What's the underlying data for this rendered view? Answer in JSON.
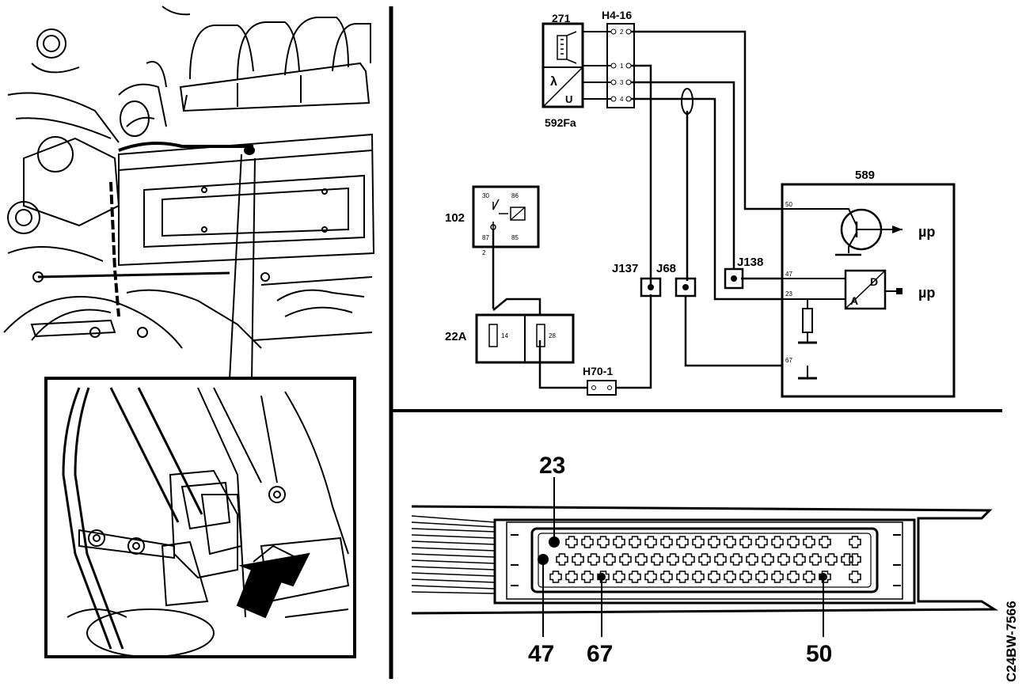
{
  "schematic": {
    "components": {
      "sensor": "271",
      "connector": "H4-16",
      "lambda_sensor": "592Fa",
      "relay": "102",
      "fuse_box": "22A",
      "ecu": "589",
      "connector_h70": "H70-1"
    },
    "relay_pins": {
      "p30": "30",
      "p86": "86",
      "p87": "87",
      "p85": "85",
      "p2": "2"
    },
    "fuse_labels": {
      "f14": "14",
      "f28": "28"
    },
    "h4_pins": {
      "p1": "2",
      "p2": "1",
      "p3": "3",
      "p4": "4"
    },
    "lambda_symbol": "λ",
    "lambda_u": "U",
    "junctions": {
      "j137": "J137",
      "j68": "J68",
      "j138": "J138"
    },
    "ecu_pins": {
      "p50": "50",
      "p47": "47",
      "p23": "23",
      "p67": "67"
    },
    "ecu_outputs": {
      "mu_top": "µp",
      "mu_bottom": "µp"
    },
    "converter": {
      "d": "D",
      "a": "A"
    }
  },
  "connector_view": {
    "pin_labels": {
      "top": "23",
      "bl": "47",
      "bm": "67",
      "br": "50"
    }
  },
  "figure_code": "C24BW-7566"
}
